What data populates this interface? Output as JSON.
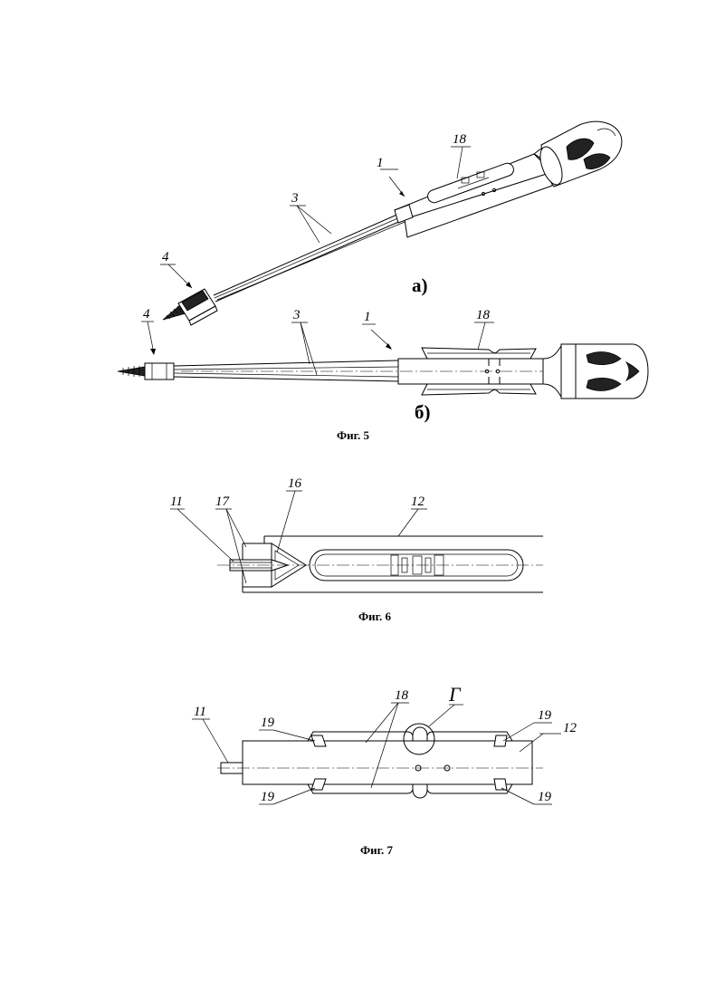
{
  "figure5": {
    "caption": "Фиг. 5",
    "view_a": {
      "sub_label": "а)",
      "callouts": {
        "c1": "1",
        "c3": "3",
        "c4": "4",
        "c18": "18"
      }
    },
    "view_b": {
      "sub_label": "б)",
      "callouts": {
        "c1": "1",
        "c3": "3",
        "c4": "4",
        "c18": "18"
      }
    }
  },
  "figure6": {
    "caption": "Фиг. 6",
    "callouts": {
      "c11": "11",
      "c12": "12",
      "c16": "16",
      "c17": "17"
    }
  },
  "figure7": {
    "caption": "Фиг. 7",
    "callouts": {
      "c11": "11",
      "c12": "12",
      "c18": "18",
      "c19a": "19",
      "c19b": "19",
      "c19c": "19",
      "c19d": "19",
      "detail": "Г"
    }
  }
}
